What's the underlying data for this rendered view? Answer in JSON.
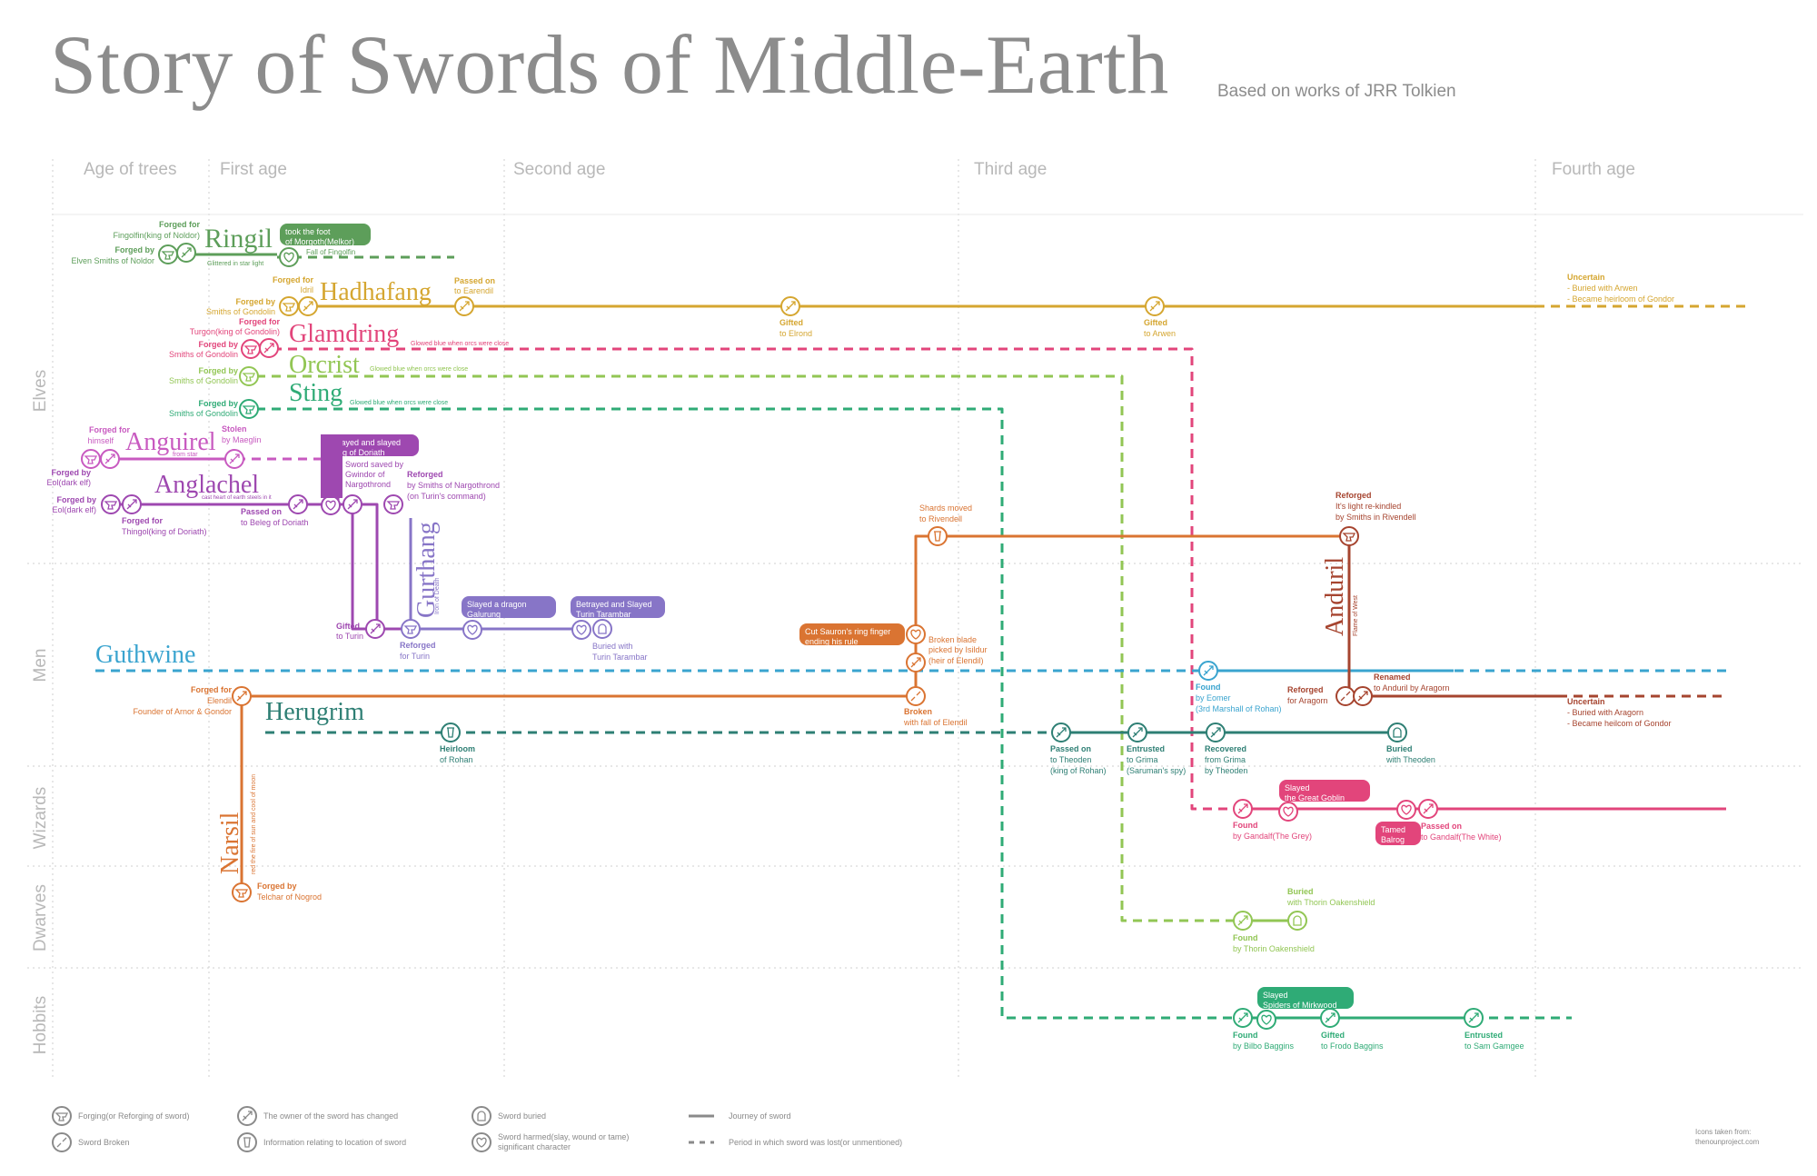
{
  "title": "Story of Swords of Middle-Earth",
  "subtitle": "Based on works of JRR Tolkien",
  "ages": [
    "Age of trees",
    "First age",
    "Second age",
    "Third age",
    "Fourth age"
  ],
  "races": [
    "Elves",
    "Men",
    "Wizards",
    "Dwarves",
    "Hobbits"
  ],
  "colors": {
    "ringil": "#5d9e5a",
    "hadhafang": "#d5a630",
    "glamdring": "#e2457b",
    "orcrist": "#92c654",
    "sting": "#2fab76",
    "anguirel": "#c85ac0",
    "anglachel": "#9e48b0",
    "gurthang": "#8775c7",
    "guthwine": "#3aa4cf",
    "narsil": "#da7432",
    "herugrim": "#2e7f74",
    "anduril": "#a6442f"
  },
  "swords": {
    "ringil": {
      "name": "Ringil",
      "forged_for_h": "Forged for",
      "forged_for_t": "Fingolfin(king of Noldor)",
      "forged_by_h": "Forged by",
      "forged_by_t": "Elven Smiths of Noldor",
      "note": "Glittered in star light",
      "bubble1": "took the foot",
      "bubble2": "of Morgoth(Melkor)",
      "fate": "Fall of Fingolfin"
    },
    "hadhafang": {
      "name": "Hadhafang",
      "forged_for_h": "Forged for",
      "forged_for_t": "Idril",
      "forged_by_h": "Forged by",
      "forged_by_t": "Smiths of Gondolin",
      "passed_h": "Passed on",
      "passed_t": "to Earendil",
      "gift1_h": "Gifted",
      "gift1_t": "to Elrond",
      "gift2_h": "Gifted",
      "gift2_t": "to Arwen",
      "unc_h": "Uncertain",
      "unc_1": "- Buried with Arwen",
      "unc_2": "- Became heirloom of Gondor"
    },
    "glamdring": {
      "name": "Glamdring",
      "forged_for_h": "Forged for",
      "forged_for_t": "Turgon(king of Gondolin)",
      "forged_by_h": "Forged by",
      "forged_by_t": "Smiths of Gondolin",
      "note": "Glowed blue when orcs were close",
      "found_h": "Found",
      "found_t": "by Gandalf(The Grey)",
      "bubble1": "Slayed",
      "bubble2": "the Great Goblin",
      "tamed1": "Tamed",
      "tamed2": "Balrog",
      "passed_h": "Passed on",
      "passed_t": "to Gandalf(The White)"
    },
    "orcrist": {
      "name": "Orcrist",
      "forged_by_h": "Forged by",
      "forged_by_t": "Smiths of Gondolin",
      "note": "Glowed blue when orcs were close",
      "found_h": "Found",
      "found_t": "by Thorin Oakenshield",
      "buried_h": "Buried",
      "buried_t": "with Thorin Oakenshield"
    },
    "sting": {
      "name": "Sting",
      "forged_by_h": "Forged by",
      "forged_by_t": "Smiths of Gondolin",
      "note": "Glowed blue when orcs were close",
      "found_h": "Found",
      "found_t": "by Bilbo Baggins",
      "bubble1": "Slayed",
      "bubble2": "Spiders of Mirkwood",
      "gift_h": "Gifted",
      "gift_t": "to Frodo Baggins",
      "entr_h": "Entrusted",
      "entr_t": "to Sam Gamgee"
    },
    "anguirel": {
      "name": "Anguirel",
      "forged_for_h": "Forged for",
      "forged_for_t": "himself",
      "note": "from star",
      "stolen_h": "Stolen",
      "stolen_t": "by Maeglin"
    },
    "anglachel": {
      "name": "Anglachel",
      "forged_by_h": "Forged by",
      "forged_by_t": "Eol(dark elf)",
      "forged_by2_h": "Forged by",
      "forged_by2_t": "Eol(dark elf)",
      "forged_for_h": "Forged for",
      "forged_for_t": "Thingol(king of Doriath)",
      "note": "cast heart of earth steels in it",
      "passed_h": "Passed on",
      "passed_t": "to Beleg of Doriath",
      "bubble1": "Betrayed and slayed",
      "bubble2": "Beleg of Doriath",
      "saved1": "Sword saved by",
      "saved2": "Gwindor of",
      "saved3": "Nargothrond",
      "ref_h": "Reforged",
      "ref_1": "by Smiths of Nargothrond",
      "ref_2": "(on Turin's command)",
      "gift_h": "Gifted",
      "gift_t": "to Turin"
    },
    "gurthang": {
      "name": "Gurthang",
      "tag": "Iron of Death",
      "ref_h": "Reforged",
      "ref_t": "for Turin",
      "b1_1": "Slayed a dragon",
      "b1_2": "Galurung",
      "b2_1": "Betrayed and Slayed",
      "b2_2": "Turin Tarambar",
      "buried1": "Buried with",
      "buried2": "Turin Tarambar"
    },
    "guthwine": {
      "name": "Guthwine",
      "found_h": "Found",
      "found_1": "by Eomer",
      "found_2": "(3rd Marshall of Rohan)"
    },
    "narsil": {
      "name": "Narsil",
      "tag": "red the fire of sun and cool of moon",
      "forged_h": "Forged by",
      "forged_t": "Telchar of Nogrod",
      "ff_h": "Forged for",
      "ff_1": "Elendil",
      "ff_2": "Founder of Arnor & Gondor",
      "broken_h": "Broken",
      "broken_t": "with fall of Elendil",
      "picked1": "Broken blade",
      "picked2": "picked by Isildur",
      "picked3": "(heir of Elendil)",
      "cut1": "Cut Sauron's ring finger",
      "cut2": "ending his rule",
      "shards1": "Shards moved",
      "shards2": "to Rivendell"
    },
    "herugrim": {
      "name": "Herugrim",
      "heir_h": "Heirloom",
      "heir_t": "of Rohan",
      "pass_h": "Passed on",
      "pass_1": "to Theoden",
      "pass_2": "(king of Rohan)",
      "entr_h": "Entrusted",
      "entr_1": "to Grima",
      "entr_2": "(Saruman's spy)",
      "rec_h": "Recovered",
      "rec_1": "from Grima",
      "rec_2": "by Theoden",
      "bur_h": "Buried",
      "bur_t": "with Theoden"
    },
    "anduril": {
      "name": "Anduril",
      "tag": "Flame of West",
      "ref_h": "Reforged",
      "ref_1": "It's light re-kindled",
      "ref_2": "by Smiths in Rivendell",
      "ref2_h": "Reforged",
      "ref2_t": "for Aragorn",
      "ren_h": "Renamed",
      "ren_t": "to Anduril by Aragorn",
      "unc_h": "Uncertain",
      "unc_1": "- Buried with Aragorn",
      "unc_2": "- Became heilcom of Gondor"
    }
  },
  "legend": {
    "forge": "Forging(or Reforging of sword)",
    "broken": "Sword Broken",
    "owner": "The owner of the sword has changed",
    "info": "Information relating to location of sword",
    "buried": "Sword buried",
    "harmed1": "Sword harmed(slay, wound or tame)",
    "harmed2": "significant character",
    "journey": "Journey of sword",
    "lost": "Period in which sword was lost(or unmentioned)"
  },
  "credit1": "Icons taken from:",
  "credit2": "thenounproject.com"
}
